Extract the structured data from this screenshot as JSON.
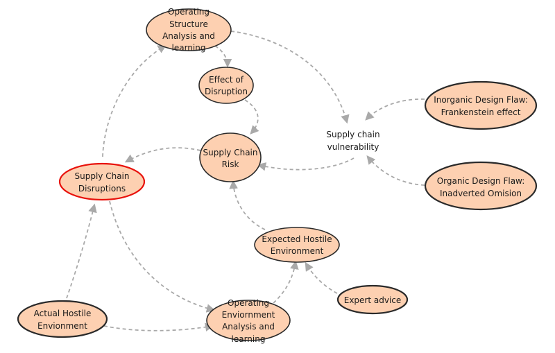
{
  "diagram": {
    "edge_color": "#a9a9a9",
    "node_fill": "#fdd0b1",
    "highlight_color": "#e8120c",
    "nodes": {
      "operating_structure": {
        "lines": [
          "Operating",
          "Structure",
          "Analysis and",
          "learning"
        ]
      },
      "effect_of_disruption": {
        "lines": [
          "Effect of",
          "Disruption"
        ]
      },
      "supply_chain_risk": {
        "lines": [
          "Supply Chain",
          "Risk"
        ]
      },
      "supply_chain_disruptions": {
        "lines": [
          "Supply Chain",
          "Disruptions"
        ]
      },
      "supply_chain_vulnerability": {
        "lines": [
          "Supply chain",
          "vulnerability"
        ]
      },
      "inorganic_design_flaw": {
        "lines": [
          "Inorganic Design Flaw:",
          "Frankenstein effect"
        ]
      },
      "organic_design_flaw": {
        "lines": [
          "Organic Design Flaw:",
          "Inadverted Omision"
        ]
      },
      "expected_hostile_environment": {
        "lines": [
          "Expected Hostile",
          "Environment"
        ]
      },
      "expert_advice": {
        "lines": [
          "Expert advice"
        ]
      },
      "actual_hostile_environment": {
        "lines": [
          "Actual Hostile",
          "Envionment"
        ]
      },
      "operating_environment": {
        "lines": [
          "Operating",
          "Enviornment",
          "Analysis and",
          "learning"
        ]
      }
    }
  }
}
